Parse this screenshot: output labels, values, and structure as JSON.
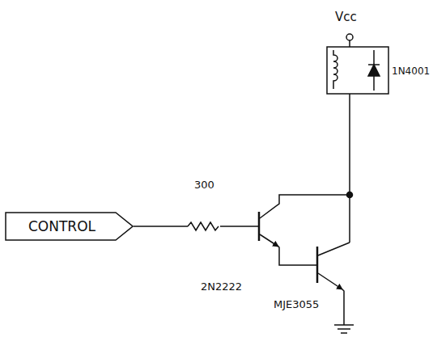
{
  "diagram": {
    "nodes": [
      {
        "text": [
          "CONTROL"
        ]
      }
    ],
    "labels": [
      "Vcc",
      "1N4001",
      "300",
      "2N2222",
      "MJE3055"
    ]
  }
}
